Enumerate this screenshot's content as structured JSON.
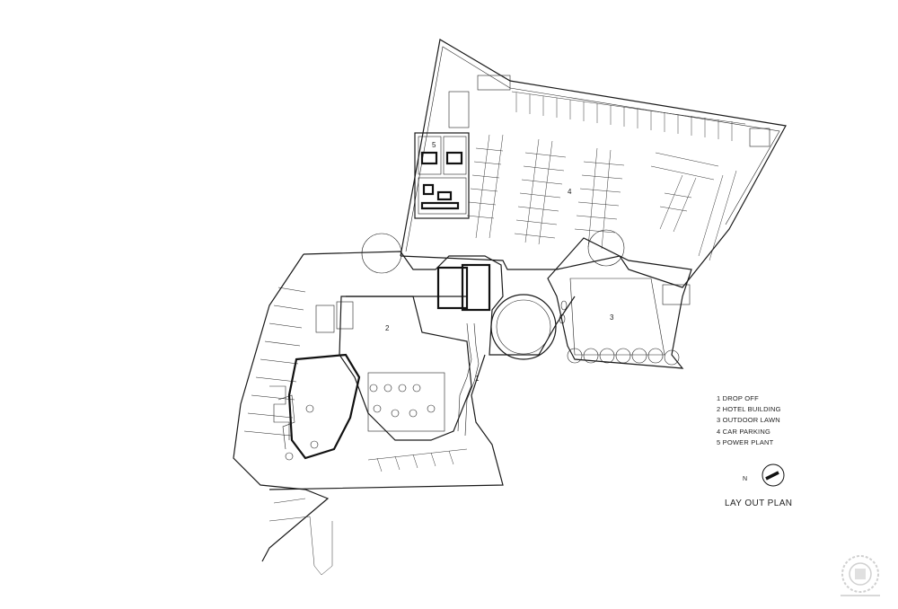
{
  "zones": [
    {
      "number": "1"
    },
    {
      "number": "2"
    },
    {
      "number": "3"
    },
    {
      "number": "4"
    },
    {
      "number": "5"
    }
  ],
  "legend": [
    "1  DROP OFF",
    "2  HOTEL BUILDING",
    "3 OUTDOOR LAWN",
    "4  CAR PARKING",
    "5  POWER PLANT"
  ],
  "north_label": "N",
  "title": "LAY OUT PLAN",
  "colors": {
    "ink": "#1a1a1a",
    "background": "#ffffff"
  }
}
